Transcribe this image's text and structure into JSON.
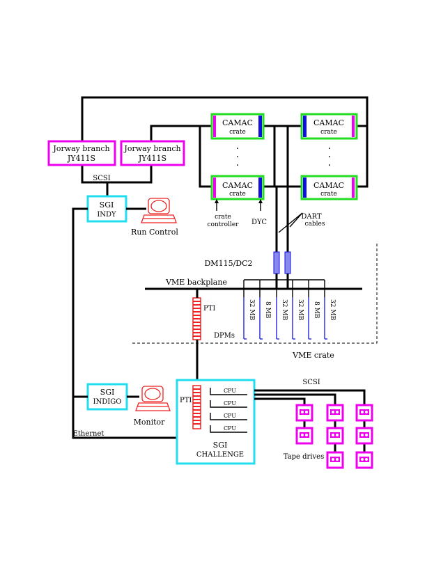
{
  "camac": {
    "title": "CAMAC",
    "sub": "crate",
    "dots": "·"
  },
  "jorway": {
    "l1": "Jorway branch",
    "l2": "JY411S"
  },
  "scsi_top": "SCSI",
  "indy": {
    "l1": "SGI",
    "l2": "INDY"
  },
  "run_control": "Run Control",
  "crate_controller": {
    "l1": "crate",
    "l2": "controller"
  },
  "dyc": "DYC",
  "dart_cables": {
    "l1": "DART",
    "l2": "cables"
  },
  "dm115": "DM115/DC2",
  "vme_backplane": "VME backplane",
  "pti": "PTI",
  "dpms": "DPMs",
  "dpm_labels": [
    "32 MB",
    "8 MB",
    "32 MB",
    "32 MB",
    "8 MB",
    "32 MB"
  ],
  "vme_crate": "VME crate",
  "indigo": {
    "l1": "SGI",
    "l2": "INDIGO"
  },
  "monitor": "Monitor",
  "ethernet": "Ethernet",
  "challenge": {
    "l1": "SGI",
    "l2": "CHALLENGE"
  },
  "cpus": [
    "CPU",
    "CPU",
    "CPU",
    "CPU"
  ],
  "scsi_bottom": "SCSI",
  "tape_drives": "Tape drives",
  "colors": {
    "green": "#22dd22",
    "magenta": "#ee00ee",
    "blue": "#1010dd",
    "cyan": "#22ddee",
    "red": "#ee2222",
    "indigo": "#8888ee"
  }
}
